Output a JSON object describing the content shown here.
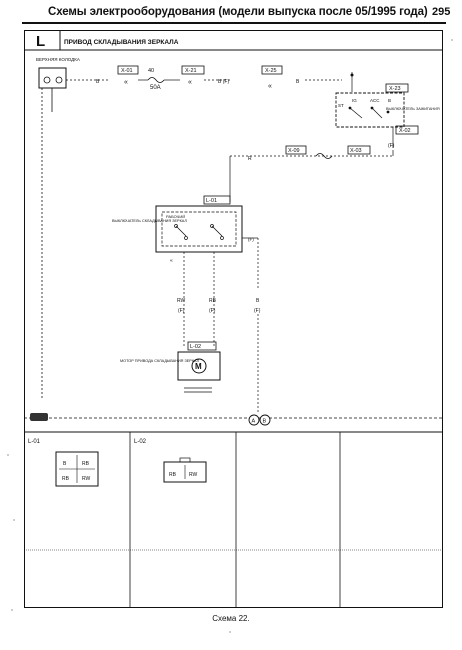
{
  "header": {
    "title": "Схемы электрооборудования (модели выпуска после 05/1995 года)",
    "page_number": "295"
  },
  "section": {
    "code": "L",
    "title": "ПРИВОД СКЛАДЫВАНИЯ ЗЕРКАЛА"
  },
  "top_left_label": "ВЕРХНЯЯ КОЛОДКА",
  "connectors": {
    "x01": "X-01",
    "x21": "X-21",
    "x25": "X-25",
    "x23": "X-23",
    "x09": "X-09",
    "x03": "X-03",
    "x02": "X-02",
    "l01": "L-01",
    "l02": "L-02"
  },
  "fuse": {
    "number": "40",
    "rating": "50A"
  },
  "wires": {
    "w1": "B",
    "w2": "B (F)",
    "w3": "B",
    "w4": "R",
    "w5": "B",
    "w6": "RW",
    "w7": "RB",
    "w8": "B"
  },
  "relay_box": {
    "label": "ВЫКЛЮЧАТЕЛЬ ЗАЖИГАНИЯ",
    "pins": [
      "ST",
      "IG",
      "ACC",
      "B"
    ]
  },
  "switch": {
    "label": "ВЫКЛЮЧАТЕЛЬ СКЛАДЫВАНИЯ ЗЕРКАЛ",
    "inner": "РАБОЧИЙ"
  },
  "motor": {
    "label": "МОТОР ПРИВОДА СКЛАДЫВАНИЯ ЗЕРКАЛ",
    "symbol": "M"
  },
  "grounds": [
    "A",
    "B"
  ],
  "connector_views": {
    "l01_pins": [
      "B",
      "RB",
      "RB",
      "RW"
    ],
    "l02_pins": [
      "RB",
      "RW"
    ]
  },
  "footer": {
    "caption": "Схема 22."
  }
}
